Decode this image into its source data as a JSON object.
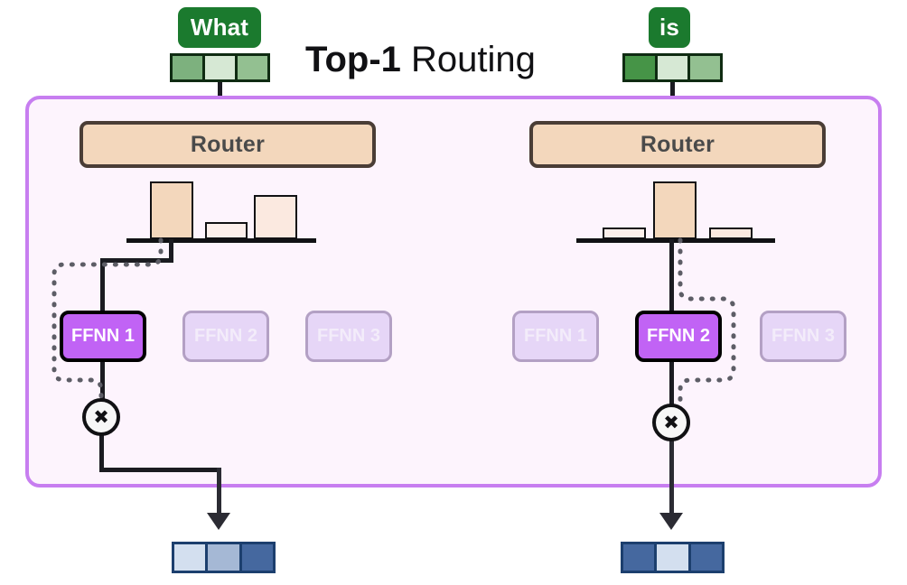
{
  "title": {
    "bold": "Top-1",
    "rest": " Routing"
  },
  "colors": {
    "token_chip_bg": "#1b7a2e",
    "container_border": "#c77ef0",
    "container_bg": "#fdf4fd",
    "router_bg": "#f3d7bc",
    "router_border": "#4a3d36",
    "expert_active_bg": "#c163f5",
    "expert_idle_bg": "#e6d6f7",
    "wire": "#1b1b21",
    "output_vec_border": "#1c3f6e"
  },
  "columns": [
    {
      "id": "left",
      "token": {
        "label": "What"
      },
      "input_vector": {
        "cells": [
          "#7db17e",
          "#d6e8d4",
          "#93c091"
        ]
      },
      "router": {
        "label": "Router"
      },
      "router_chart": {
        "type": "bar",
        "categories": [
          "FFNN 1",
          "FFNN 2",
          "FFNN 3"
        ],
        "values": [
          0.62,
          0.18,
          0.5
        ],
        "ylim": [
          0,
          0.72
        ],
        "colors": [
          "#f3d7bc",
          "#fcefeb",
          "#fbe9e0"
        ],
        "selected_index": 0
      },
      "experts": [
        {
          "label": "FFNN 1",
          "state": "active"
        },
        {
          "label": "FFNN 2",
          "state": "idle"
        },
        {
          "label": "FFNN 3",
          "state": "idle"
        }
      ],
      "multiply": {
        "symbol": "✖"
      },
      "output_vector": {
        "cells": [
          "#d3dfef",
          "#a5b8d5",
          "#45689f"
        ]
      }
    },
    {
      "id": "right",
      "token": {
        "label": "is"
      },
      "input_vector": {
        "cells": [
          "#469447",
          "#d6e8d4",
          "#93c091"
        ]
      },
      "router": {
        "label": "Router"
      },
      "router_chart": {
        "type": "bar",
        "categories": [
          "FFNN 1",
          "FFNN 2",
          "FFNN 3"
        ],
        "values": [
          0.12,
          0.62,
          0.12
        ],
        "ylim": [
          0,
          0.72
        ],
        "colors": [
          "#fcefeb",
          "#f3d7bc",
          "#fbe9e0"
        ],
        "selected_index": 1
      },
      "experts": [
        {
          "label": "FFNN 1",
          "state": "idle"
        },
        {
          "label": "FFNN 2",
          "state": "active"
        },
        {
          "label": "FFNN 3",
          "state": "idle"
        }
      ],
      "multiply": {
        "symbol": "✖"
      },
      "output_vector": {
        "cells": [
          "#45689f",
          "#d3dfef",
          "#45689f"
        ]
      }
    }
  ],
  "chart_data": [
    {
      "type": "bar",
      "title": "Left router gate weights (token: What)",
      "categories": [
        "FFNN 1",
        "FFNN 2",
        "FFNN 3"
      ],
      "values": [
        0.62,
        0.18,
        0.5
      ],
      "xlabel": "",
      "ylabel": "",
      "ylim": [
        0,
        0.72
      ],
      "grid": false,
      "legend": "none",
      "selected": "FFNN 1"
    },
    {
      "type": "bar",
      "title": "Right router gate weights (token: is)",
      "categories": [
        "FFNN 1",
        "FFNN 2",
        "FFNN 3"
      ],
      "values": [
        0.12,
        0.62,
        0.12
      ],
      "xlabel": "",
      "ylabel": "",
      "ylim": [
        0,
        0.72
      ],
      "grid": false,
      "legend": "none",
      "selected": "FFNN 2"
    }
  ]
}
